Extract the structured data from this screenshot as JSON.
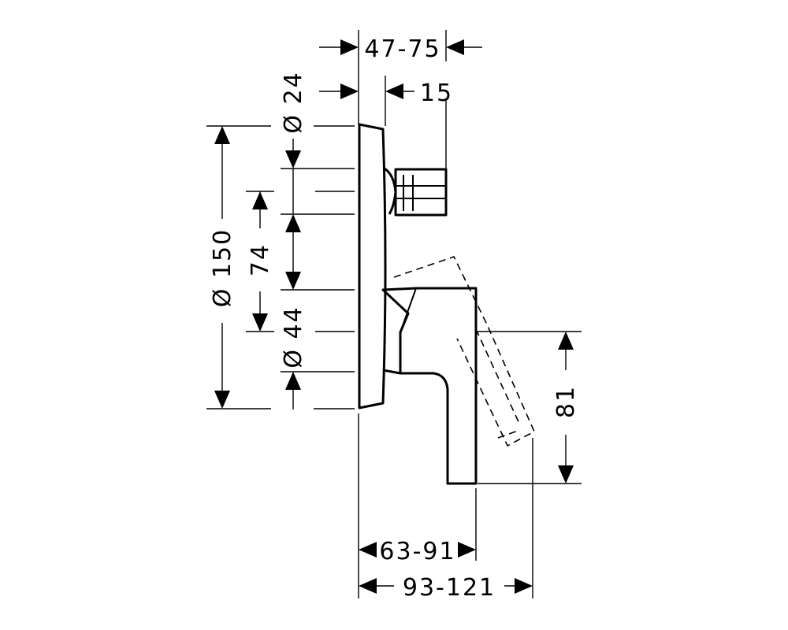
{
  "drawing": {
    "dimensions": {
      "top_width": "47-75",
      "spout_offset": "15",
      "spout_diameter": "Ø 24",
      "plate_diameter": "Ø 150",
      "center_distance": "74",
      "handle_diameter": "Ø 44",
      "handle_height": "81",
      "handle_depth": "63-91",
      "handle_depth_rotated": "93-121"
    }
  }
}
